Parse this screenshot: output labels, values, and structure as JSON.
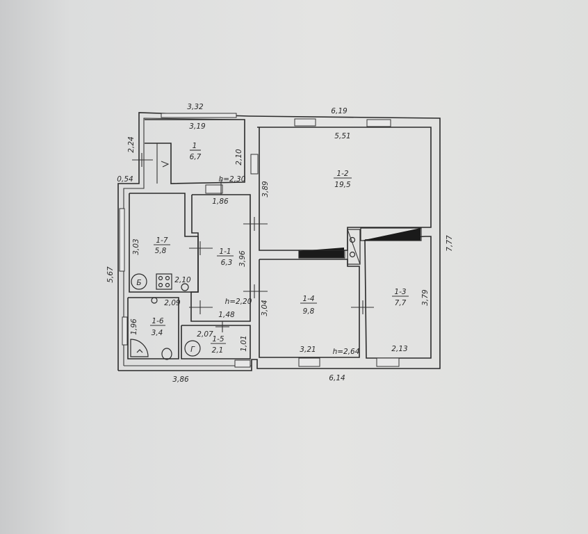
{
  "rooms": [
    {
      "id": "1",
      "area": "6,7"
    },
    {
      "id": "1-1",
      "area": "6,3"
    },
    {
      "id": "1-2",
      "area": "19,5"
    },
    {
      "id": "1-3",
      "area": "7,7"
    },
    {
      "id": "1-4",
      "area": "9,8"
    },
    {
      "id": "1-5",
      "area": "2,1"
    },
    {
      "id": "1-6",
      "area": "3,4"
    },
    {
      "id": "1-7",
      "area": "5,8"
    }
  ],
  "dimensions": {
    "top_left": "3,32",
    "top_left_inner": "3,19",
    "top_right": "6,19",
    "top_right_inner": "5,51",
    "left_porch": "2,24",
    "porch_step": "0,54",
    "room1_right": "2,10",
    "ceiling_1": "h=2,30",
    "hall_width": "1,86",
    "room12_left": "3,89",
    "room17_height": "3,03",
    "hall_height": "3,96",
    "overall_left": "5,67",
    "overall_right": "7,77",
    "room17_bottom": "2,10",
    "room16_width": "2,09",
    "ceiling_2": "h=2,20",
    "hall_low": "1,48",
    "room14_left": "3,04",
    "room13_right": "3,79",
    "room16_height": "1,96",
    "room15_width": "2,07",
    "room15_height": "1,01",
    "room14_bottom": "3,21",
    "ceiling_3": "h=2,64",
    "room13_bottom": "2,13",
    "bottom_left": "3,86",
    "bottom_right": "6,14"
  },
  "symbols": {
    "boiler": "Б",
    "gas": "Г"
  }
}
